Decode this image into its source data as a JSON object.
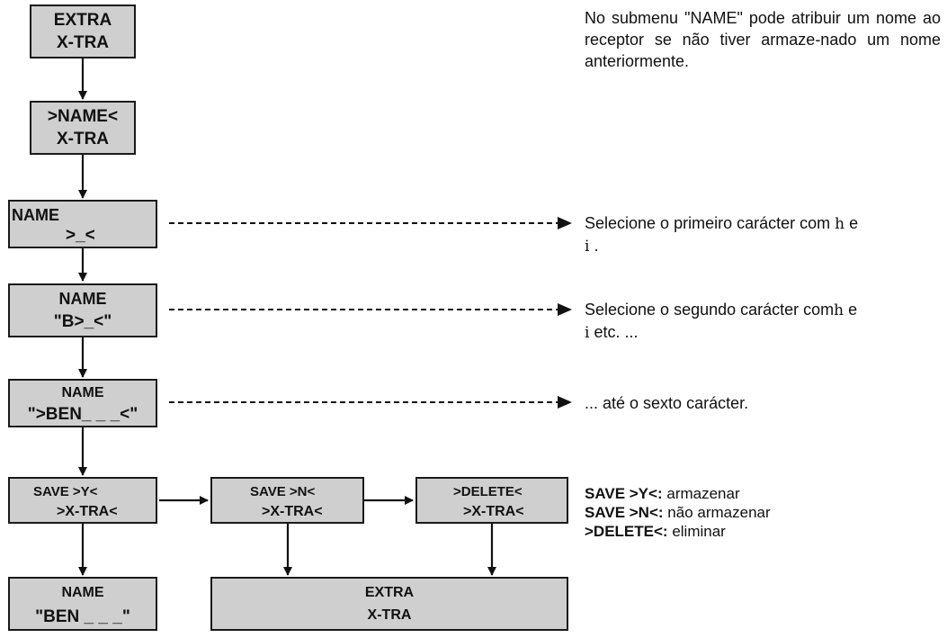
{
  "boxes": {
    "extra_top": {
      "line1": "EXTRA",
      "line2": "X-TRA"
    },
    "name_menu": {
      "line1": ">NAME<",
      "line2": "X-TRA"
    },
    "name_blank": {
      "line1": "NAME",
      "line2": ">_<"
    },
    "name_b": {
      "line1": "NAME",
      "line2": "\"B>_<\""
    },
    "name_ben": {
      "line1": "NAME",
      "line2": "\">BEN_ _ _<\""
    },
    "save_y": {
      "line1": "SAVE >Y<",
      "line2": ">X-TRA<"
    },
    "save_n": {
      "line1": "SAVE >N<",
      "line2": ">X-TRA<"
    },
    "delete": {
      "line1": ">DELETE<",
      "line2": ">X-TRA<"
    },
    "name_result": {
      "line1": "NAME",
      "line2": "\"BEN _ _ _\""
    },
    "extra_bottom": {
      "line1": "EXTRA",
      "line2": "X-TRA"
    }
  },
  "notes": {
    "intro": "No submenu \"NAME\" pode atribuir um nome ao receptor se não tiver armaze-nado um nome anteriormente.",
    "step1_text": "Selecione o primeiro carácter com",
    "step1_key1": "h",
    "step1_e": "e",
    "step1_key2": "i",
    "step1_end": ".",
    "step2_text": "Selecione o segundo carácter com",
    "step2_key1": "h",
    "step2_e": "e",
    "step2_key2": "i",
    "step2_end": "etc. ...",
    "step3_text": "... até o sexto carácter."
  },
  "legend": {
    "save_y_key": "SAVE >Y<:",
    "save_y_desc": "armazenar",
    "save_n_key": "SAVE >N<:",
    "save_n_desc": "não armazenar",
    "delete_key": ">DELETE<:",
    "delete_desc": "eliminar"
  }
}
